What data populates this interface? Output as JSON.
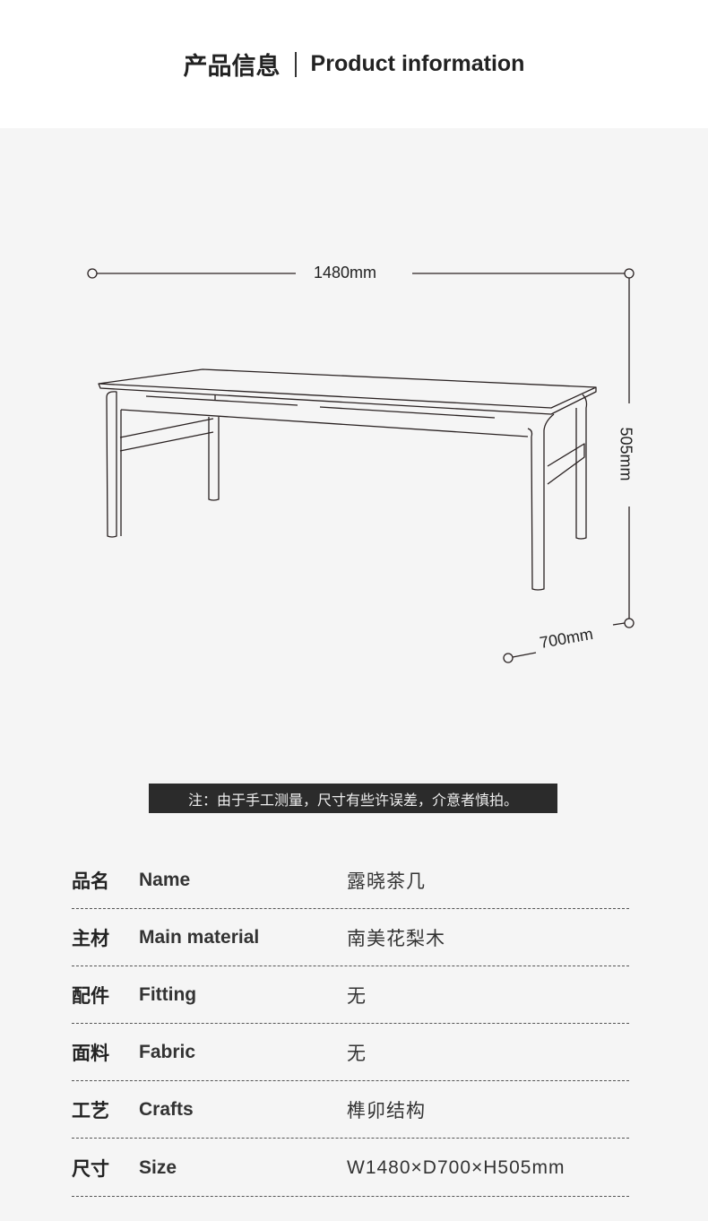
{
  "header": {
    "title_cn": "产品信息",
    "title_en": "Product information"
  },
  "dimensions": {
    "width": "1480mm",
    "height": "505mm",
    "depth": "700mm"
  },
  "note": "注：由于手工测量，尺寸有些许误差，介意者慎拍。",
  "specs": [
    {
      "cn": "品名",
      "en": "Name",
      "value": "露晓茶几"
    },
    {
      "cn": "主材",
      "en": "Main material",
      "value": "南美花梨木"
    },
    {
      "cn": "配件",
      "en": "Fitting",
      "value": "无"
    },
    {
      "cn": "面料",
      "en": "Fabric",
      "value": "无"
    },
    {
      "cn": "工艺",
      "en": "Crafts",
      "value": "榫卯结构"
    },
    {
      "cn": "尺寸",
      "en": "Size",
      "value": "W1480×D700×H505mm"
    }
  ]
}
